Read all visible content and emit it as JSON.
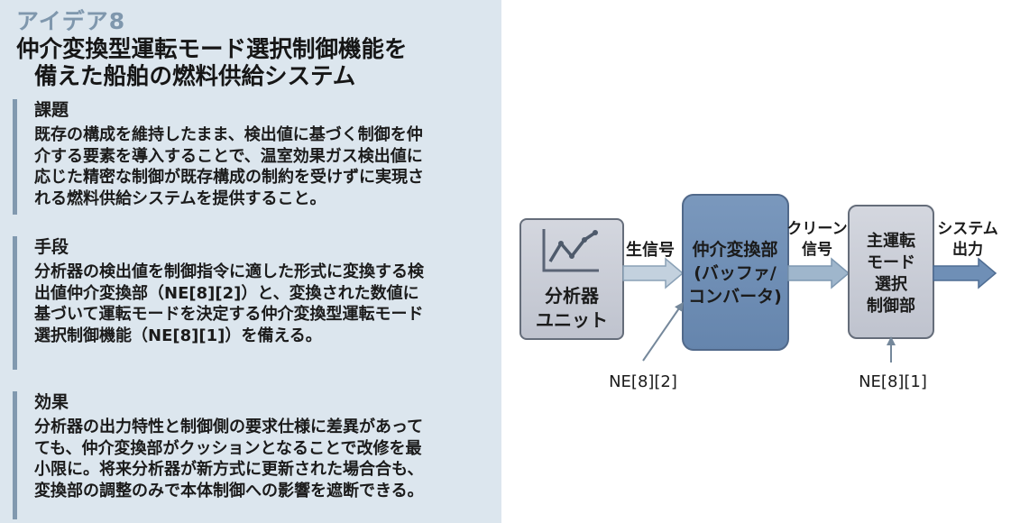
{
  "idea_label": "アイデア8",
  "title": {
    "line1": "仲介変換型運転モード選択制御機能を",
    "line2": "備えた船舶の燃料供給システム"
  },
  "sections": {
    "kadai": {
      "heading": "課題",
      "lines": [
        "既存の構成を維持したまま、検出値に基づく制御を仲",
        "介する要素を導入することで、温室効果ガス検出値に",
        "応じた精密な制御が既存構成の制約を受けずに実現さ",
        "れる燃料供給システムを提供すること。"
      ]
    },
    "shudan": {
      "heading": "手段",
      "lines": [
        "分析器の検出値を制御指令に適した形式に変換する検",
        "出値仲介変換部（NE[8][2]）と、変換された数値に",
        "基づいて運転モードを決定する仲介変換型運転モード",
        "選択制御機能（NE[8][1]）を備える。"
      ]
    },
    "koka": {
      "heading": "効果",
      "lines": [
        "分析器の出力特性と制御側の要求仕様に差異があって",
        "ても、仲介変換部がクッションとなることで改修を最",
        "小限に。将来分析器が新方式に更新された場合合も、",
        "変換部の調整のみで本体制御への影響を遮断できる。"
      ]
    }
  },
  "diagram": {
    "analyzer": {
      "line1": "分析器",
      "line2": "ユニット",
      "icon": "chart-line-icon"
    },
    "raw_signal": "生信号",
    "converter": {
      "line1": "仲介変換部",
      "line2": "(バッファ/",
      "line3": "コンバータ)"
    },
    "clean_signal": {
      "line1": "クリーン",
      "line2": "信号"
    },
    "selector": {
      "line1": "主運転",
      "line2": "モード",
      "line3": "選択",
      "line4": "制御部"
    },
    "output": {
      "line1": "システム",
      "line2": "出力"
    },
    "ne_converter": "NE[8][2]",
    "ne_selector": "NE[8][1]",
    "colors": {
      "panel_bg": "#dce6ee",
      "accent_bar": "#8199af",
      "box_gray": "#c9ccd6",
      "box_blue": "#6f8fb6",
      "arrow": "#97aec4"
    }
  }
}
